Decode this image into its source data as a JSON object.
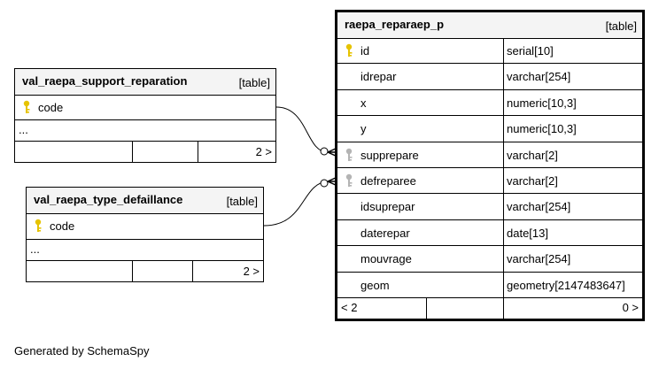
{
  "tables": {
    "main": {
      "name": "raepa_reparaep_p",
      "kind": "[table]",
      "columns": [
        {
          "name": "id",
          "type": "serial[10]",
          "key": "primary"
        },
        {
          "name": "idrepar",
          "type": "varchar[254]",
          "key": "none"
        },
        {
          "name": "x",
          "type": "numeric[10,3]",
          "key": "none"
        },
        {
          "name": "y",
          "type": "numeric[10,3]",
          "key": "none"
        },
        {
          "name": "supprepare",
          "type": "varchar[2]",
          "key": "foreign"
        },
        {
          "name": "defreparee",
          "type": "varchar[2]",
          "key": "foreign"
        },
        {
          "name": "idsuprepar",
          "type": "varchar[254]",
          "key": "none"
        },
        {
          "name": "daterepar",
          "type": "date[13]",
          "key": "none"
        },
        {
          "name": "mouvrage",
          "type": "varchar[254]",
          "key": "none"
        },
        {
          "name": "geom",
          "type": "geometry[2147483647]",
          "key": "none"
        }
      ],
      "footer_left": "< 2",
      "footer_right": "0 >"
    },
    "support": {
      "name": "val_raepa_support_reparation",
      "kind": "[table]",
      "column": "code",
      "ellipsis": "...",
      "footer_right": "2 >"
    },
    "defaillance": {
      "name": "val_raepa_type_defaillance",
      "kind": "[table]",
      "column": "code",
      "ellipsis": "...",
      "footer_right": "2 >"
    }
  },
  "colors": {
    "primary_key": "#e6c300",
    "foreign_key": "#b4b4b4",
    "header_bg": "#f4f4f4"
  },
  "footer_note": "Generated by SchemaSpy"
}
